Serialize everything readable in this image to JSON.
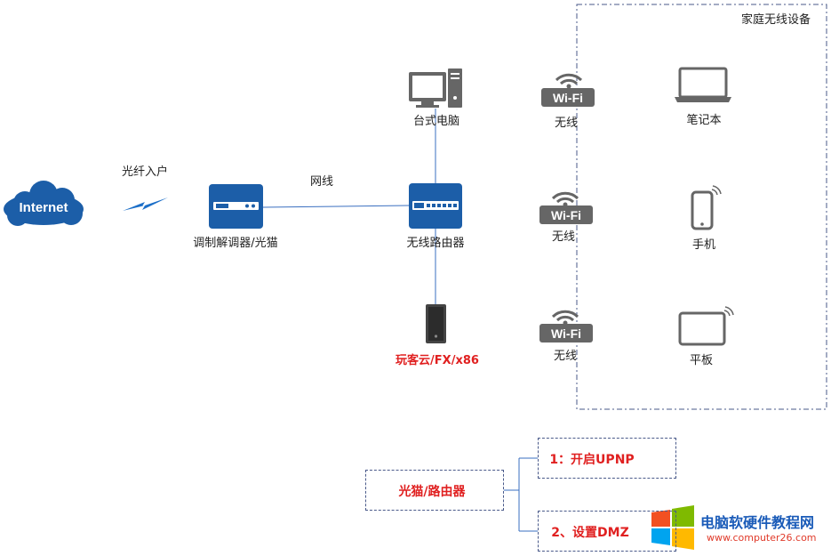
{
  "colors": {
    "device_blue": "#1c5ea8",
    "icon_gray": "#666666",
    "line_blue": "#3a6fc0",
    "label_red": "#e02020",
    "dash_border": "#4a5a8a"
  },
  "nodes": {
    "internet": "Internet",
    "fiber_in": "光纤入户",
    "modem": "调制解调器/光猫",
    "cable": "网线",
    "router": "无线路由器",
    "desktop": "台式电脑",
    "nas": "玩客云/FX/x86"
  },
  "wireless": {
    "box_title": "家庭无线设备",
    "wifi_text": "Wi-Fi",
    "wireless_label": "无线",
    "laptop": "笔记本",
    "phone": "手机",
    "tablet": "平板"
  },
  "setup": {
    "source": "光猫/路由器",
    "step1": "1：开启UPNP",
    "step2": "2、设置DMZ"
  },
  "watermark": {
    "name": "电脑软硬件教程网",
    "url": "www.computer26.com"
  }
}
